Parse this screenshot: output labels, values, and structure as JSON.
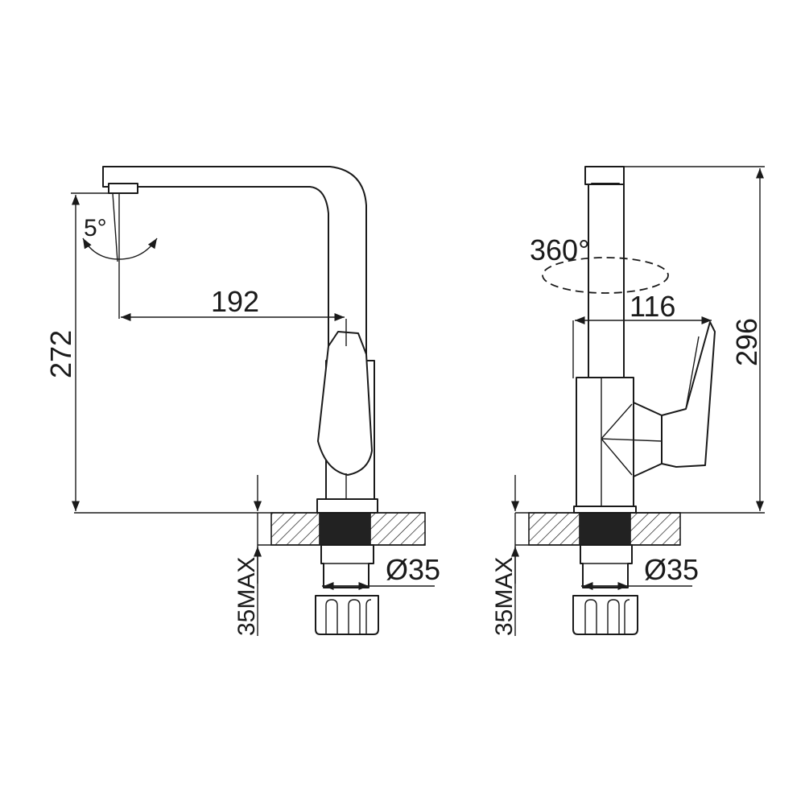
{
  "front_view": {
    "angle_label": "5°",
    "reach_label": "192",
    "height_label": "272",
    "mount_label": "35MAX",
    "diameter_label": "Ø35"
  },
  "side_view": {
    "rotation_label": "360°",
    "depth_label": "116",
    "height_label": "296",
    "mount_label": "35MAX",
    "diameter_label": "Ø35"
  },
  "colors": {
    "line": "#1a1a1a",
    "background": "#ffffff",
    "hole_fill": "#222222"
  }
}
